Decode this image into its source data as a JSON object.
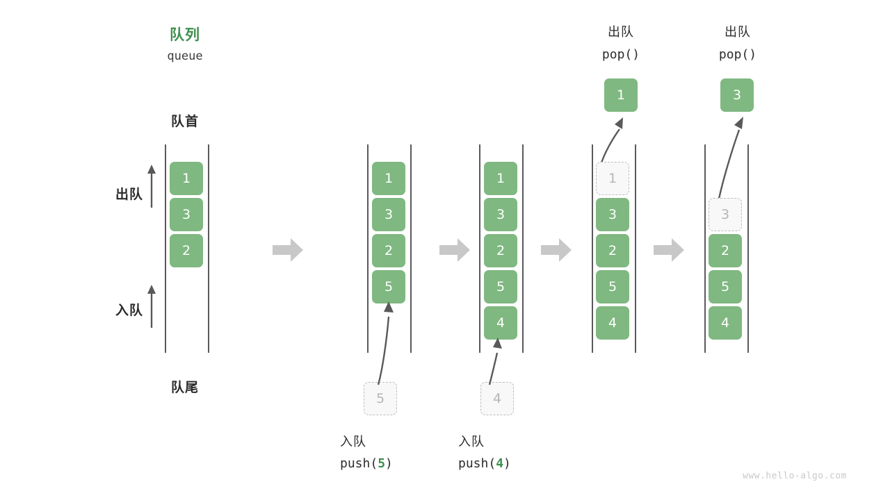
{
  "diagram": {
    "title_cn": "队列",
    "title_en": "queue",
    "head_label": "队首",
    "tail_label": "队尾",
    "dequeue_label": "出队",
    "enqueue_label": "入队",
    "watermark": "www.hello-algo.com",
    "colors": {
      "element": "#7fb880",
      "element_text": "#ffffff",
      "ghost_fill": "#f8f8f8",
      "ghost_border": "#bdbdbd",
      "ghost_text": "#b5b5b5",
      "rail": "#595959",
      "flow_arrow": "#c8c8c8",
      "accent_green": "#3f8f4f",
      "text": "#2b2b2b",
      "watermark": "#c9c9c9"
    }
  },
  "steps": [
    {
      "id": "initial",
      "name": "initial-queue",
      "caption_cn": "",
      "caption_code": "",
      "elements": [
        "1",
        "3",
        "2"
      ],
      "ghost_in_queue": null,
      "popped": null
    },
    {
      "id": "push5",
      "name": "push-5",
      "caption_cn": "入队",
      "caption_code_prefix": "push(",
      "caption_code_num": "5",
      "caption_code_suffix": ")",
      "elements": [
        "1",
        "3",
        "2",
        "5"
      ],
      "incoming": "5",
      "ghost_in_queue": null,
      "popped": null
    },
    {
      "id": "push4",
      "name": "push-4",
      "caption_cn": "入队",
      "caption_code_prefix": "push(",
      "caption_code_num": "4",
      "caption_code_suffix": ")",
      "elements": [
        "1",
        "3",
        "2",
        "5",
        "4"
      ],
      "incoming": "4",
      "ghost_in_queue": null,
      "popped": null
    },
    {
      "id": "pop1",
      "name": "pop-1",
      "header_cn": "出队",
      "header_code": "pop()",
      "elements": [
        "3",
        "2",
        "5",
        "4"
      ],
      "ghost_in_queue": "1",
      "popped": "1"
    },
    {
      "id": "pop3",
      "name": "pop-3",
      "header_cn": "出队",
      "header_code": "pop()",
      "elements": [
        "2",
        "5",
        "4"
      ],
      "ghost_in_queue": "3",
      "popped": "3"
    }
  ]
}
